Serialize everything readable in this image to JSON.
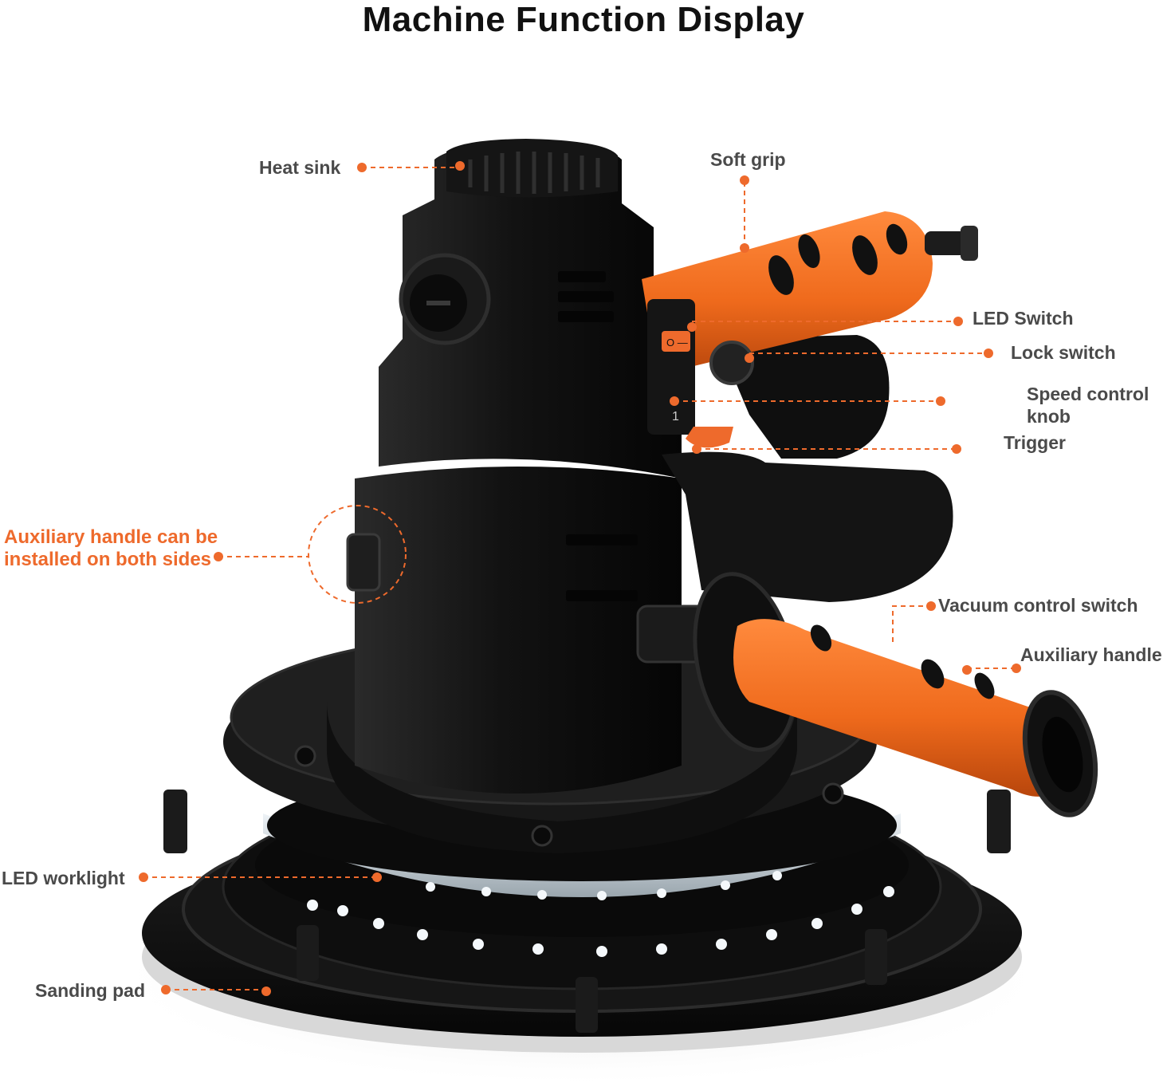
{
  "title": "Machine Function Display",
  "accent_color": "#ee6a2c",
  "labels": {
    "heat_sink": "Heat sink",
    "soft_grip": "Soft grip",
    "led_switch": "LED Switch",
    "lock_switch": "Lock switch",
    "speed_control_line1": "Speed control",
    "speed_control_line2": "knob",
    "trigger": "Trigger",
    "aux_both_sides_line1": "Auxiliary handle can be",
    "aux_both_sides_line2": "installed on both sides",
    "vacuum_control": "Vacuum control switch",
    "auxiliary_handle": "Auxiliary handle",
    "led_worklight": "LED worklight",
    "sanding_pad": "Sanding pad"
  },
  "switch_marks": {
    "led_switch_mark": "O —",
    "speed_mark": "1"
  }
}
